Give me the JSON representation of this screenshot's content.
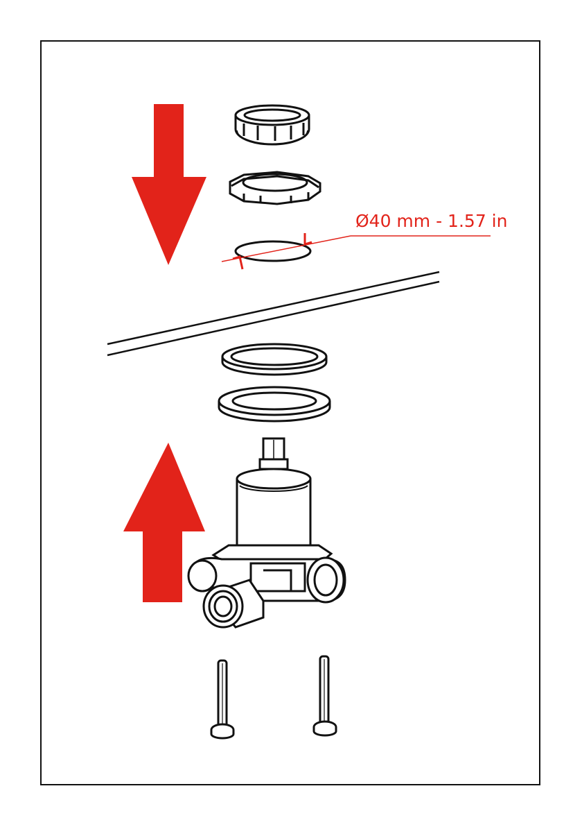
{
  "diagram": {
    "dimension_label": "Ø40 mm - 1.57 in",
    "colors": {
      "arrow": "#e2231a",
      "annotation": "#e2231a",
      "line": "#111111",
      "background": "#ffffff"
    },
    "arrows": [
      {
        "direction": "down"
      },
      {
        "direction": "up"
      }
    ],
    "parts": [
      "ring-nut",
      "lock-nut",
      "hole-cutout",
      "countertop",
      "gasket",
      "washer",
      "valve-body",
      "mounting-screw",
      "mounting-screw"
    ]
  }
}
